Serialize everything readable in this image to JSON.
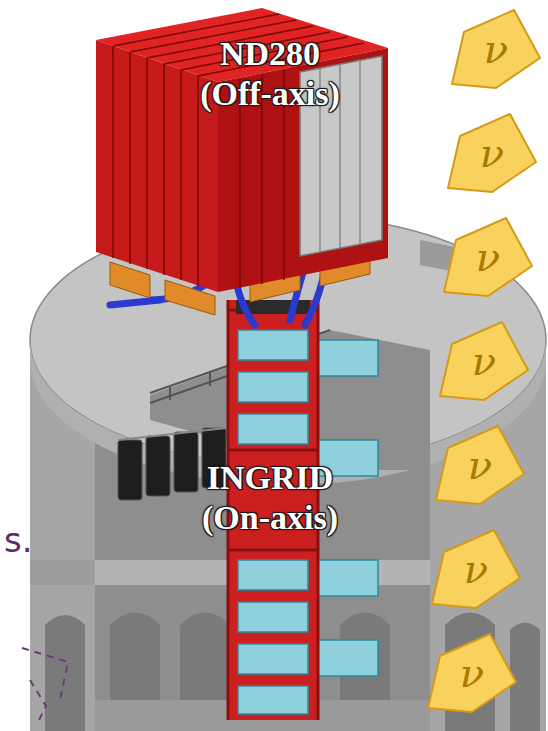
{
  "diagram": {
    "nodes": [
      {
        "text": [
          "ND280",
          "(Off-axis)"
        ]
      },
      {
        "text": [
          "INGRID",
          "(On-axis)"
        ]
      },
      {
        "text": [
          "ν"
        ]
      },
      {
        "text": [
          "ν"
        ]
      },
      {
        "text": [
          "ν"
        ]
      },
      {
        "text": [
          "ν"
        ]
      },
      {
        "text": [
          "ν"
        ]
      },
      {
        "text": [
          "ν"
        ]
      },
      {
        "text": [
          "ν"
        ]
      }
    ],
    "labels": [
      "s."
    ]
  }
}
